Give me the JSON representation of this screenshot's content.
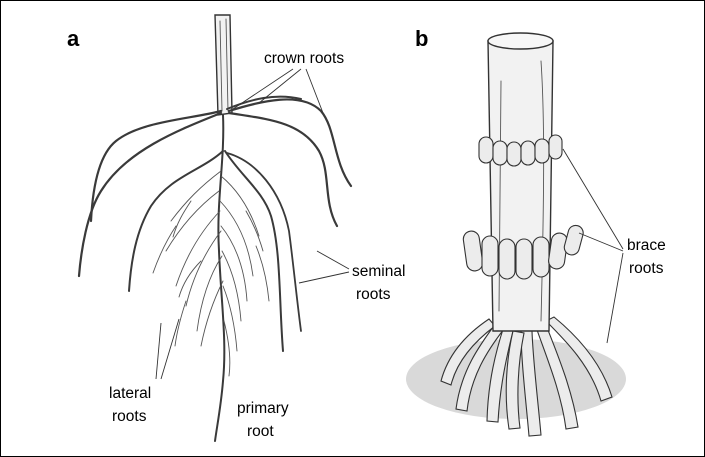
{
  "panels": [
    {
      "letter": "a",
      "labels": {
        "crown_roots": "crown roots",
        "seminal_line1": "seminal",
        "seminal_line2": "roots",
        "lateral_line1": "lateral",
        "lateral_line2": "roots",
        "primary_line1": "primary",
        "primary_line2": "root"
      }
    },
    {
      "letter": "b",
      "labels": {
        "brace_line1": "brace",
        "brace_line2": "roots"
      }
    }
  ],
  "colors": {
    "ink": "#000000",
    "line": "#3a3a3a",
    "background": "#ffffff"
  }
}
